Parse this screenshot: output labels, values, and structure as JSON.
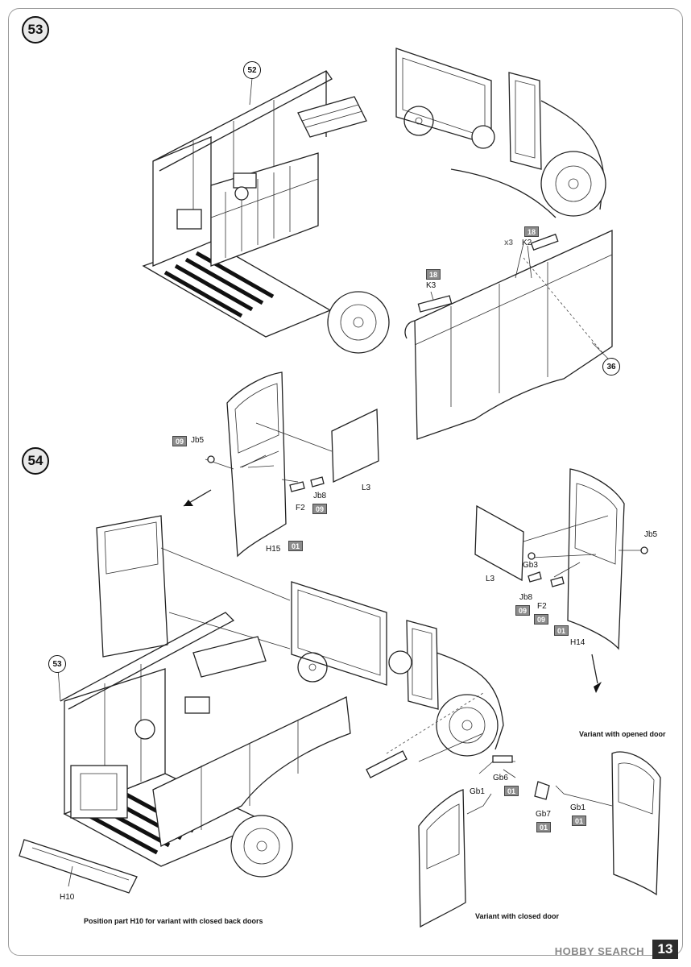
{
  "steps": {
    "step53": "53",
    "step54": "54"
  },
  "callouts": {
    "c52": "52",
    "c36": "36",
    "c53": "53"
  },
  "parts": {
    "k2": "K2",
    "k3": "K3",
    "jb5_left": "Jb5",
    "jb8_left": "Jb8",
    "f2_left": "F2",
    "l3_left": "L3",
    "h15": "H15",
    "l3_right": "L3",
    "gb3": "Gb3",
    "jb8_right": "Jb8",
    "f2_right": "F2",
    "jb5_right": "Jb5",
    "h14": "H14",
    "gb6": "Gb6",
    "gb1_a": "Gb1",
    "gb7": "Gb7",
    "gb1_b": "Gb1",
    "h10": "H10"
  },
  "codes": {
    "k2_code": "18",
    "k3_code": "18",
    "jb5_left_code": "09",
    "f2_left_code": "09",
    "h15_code": "01",
    "jb8_right_code": "09",
    "f2_right_code": "09",
    "h14_code": "01",
    "gb6_code": "01",
    "gb7_code": "01",
    "gb1_code": "01"
  },
  "quantity_mark": "x3",
  "notes": {
    "variant_opened": "Variant with opened door",
    "variant_closed": "Variant with closed door",
    "position_h10": "Position part H10 for variant with closed back doors"
  },
  "page_number": "13",
  "watermark": "HOBBY SEARCH",
  "colors": {
    "ink": "#111111",
    "code_fill": "#8c8c8c",
    "step_fill": "#e9e9e9",
    "page_badge": "#2d2d2d"
  }
}
